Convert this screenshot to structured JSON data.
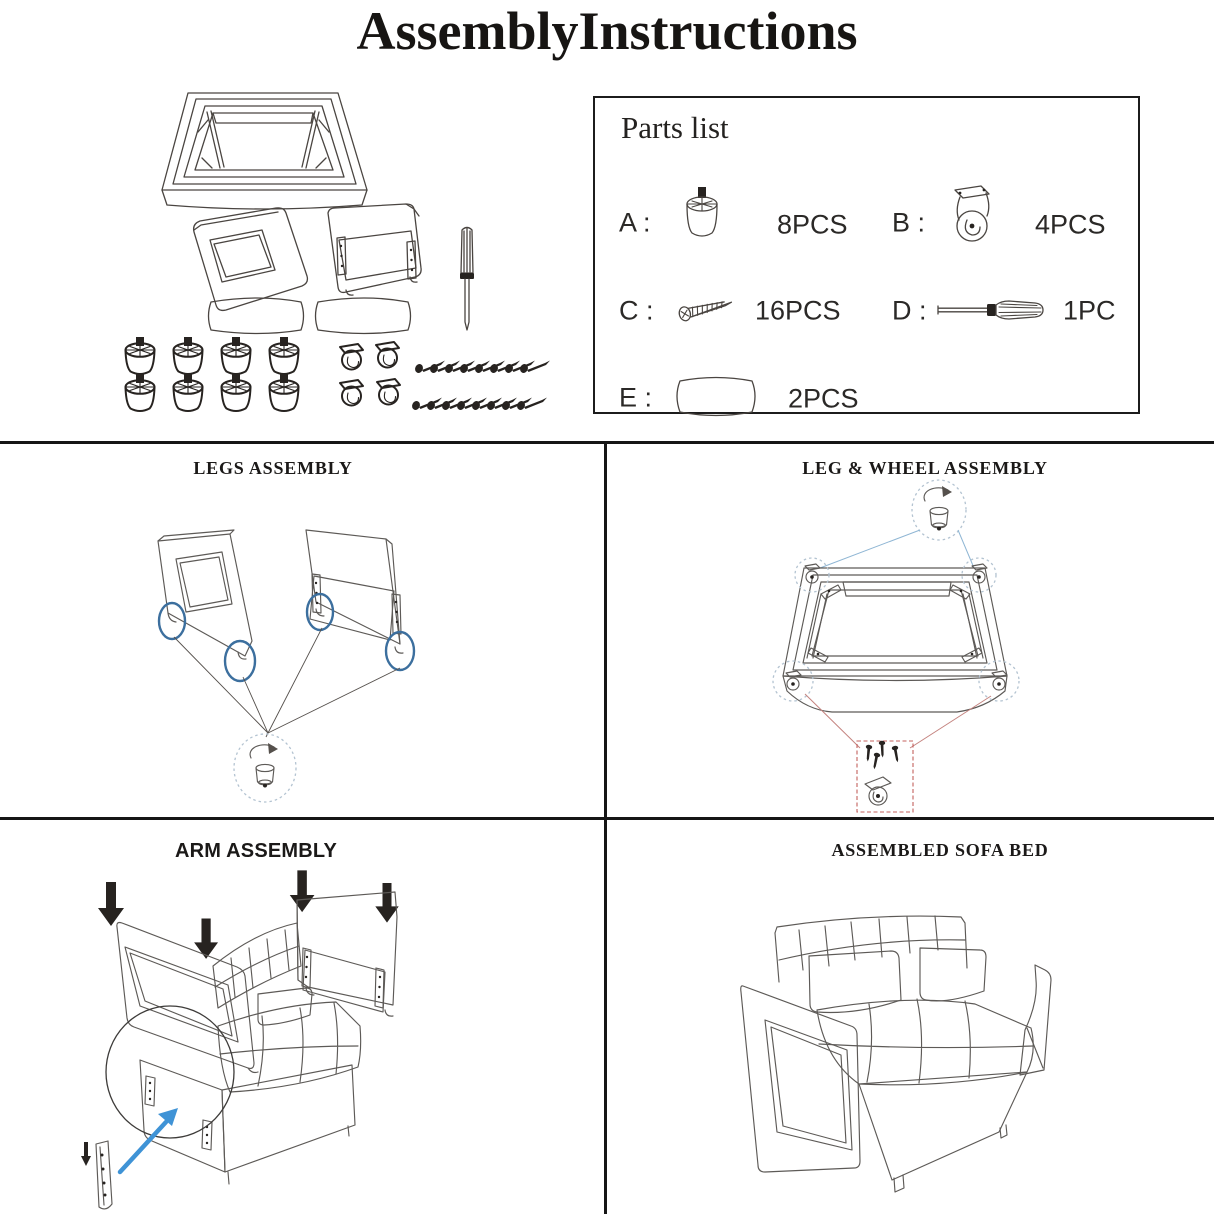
{
  "title": "AssemblyInstructions",
  "parts_list": {
    "heading": "Parts list",
    "items": [
      {
        "label": "A :",
        "qty": "8PCS",
        "icon": "sofa-leg"
      },
      {
        "label": "B :",
        "qty": "4PCS",
        "icon": "caster-wheel"
      },
      {
        "label": "C :",
        "qty": "16PCS",
        "icon": "screw"
      },
      {
        "label": "D :",
        "qty": "1PC",
        "icon": "screwdriver"
      },
      {
        "label": "E :",
        "qty": "2PCS",
        "icon": "pillow"
      }
    ]
  },
  "sections": {
    "legs_assembly": {
      "title": "LEGS ASSEMBLY"
    },
    "leg_wheel_assembly": {
      "title": "LEG & WHEEL ASSEMBLY"
    },
    "arm_assembly": {
      "title": "ARM ASSEMBLY"
    },
    "assembled_sofa_bed": {
      "title": "ASSEMBLED SOFA BED"
    }
  },
  "colors": {
    "line": "#4a4541",
    "dark_fill": "#272320",
    "highlight_blue": "#3c6f9e",
    "guide_blue": "#8fb6d4",
    "arrow_blue": "#3f93d6",
    "guide_red": "#c4615e",
    "divider": "#161616"
  }
}
